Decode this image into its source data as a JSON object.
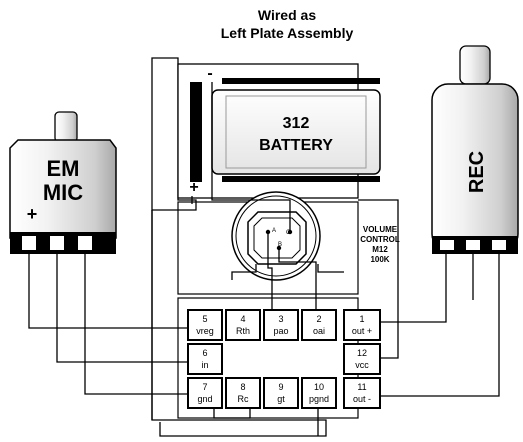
{
  "title": {
    "line1": "Wired as",
    "line2": "Left Plate Assembly"
  },
  "battery": {
    "number": "312",
    "label": "BATTERY",
    "minus": "-",
    "plus": "+"
  },
  "mic": {
    "line1": "EM",
    "line2": "MIC",
    "plus": "+"
  },
  "receiver": {
    "label": "REC"
  },
  "volume_control": {
    "line1": "VOLUME",
    "line2": "CONTROL",
    "line3": "M12",
    "line4": "100K",
    "pin_a": "A",
    "pin_b": "B",
    "pin_c": "C"
  },
  "pads": [
    {
      "num": "5",
      "name": "vreg"
    },
    {
      "num": "4",
      "name": "Rth"
    },
    {
      "num": "3",
      "name": "pao"
    },
    {
      "num": "2",
      "name": "oai"
    },
    {
      "num": "1",
      "name": "out +"
    },
    {
      "num": "6",
      "name": "in"
    },
    {
      "num": "12",
      "name": "vcc"
    },
    {
      "num": "7",
      "name": "gnd"
    },
    {
      "num": "8",
      "name": "Rc"
    },
    {
      "num": "9",
      "name": "gt"
    },
    {
      "num": "10",
      "name": "pgnd"
    },
    {
      "num": "11",
      "name": "out -"
    }
  ]
}
